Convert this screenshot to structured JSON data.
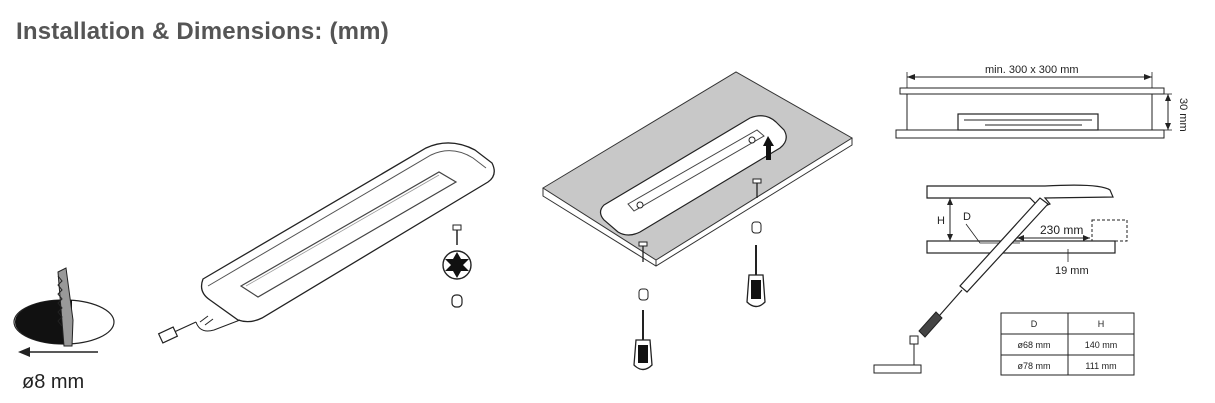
{
  "title": "Installation & Dimensions: (mm)",
  "labels": {
    "hole_diameter": "ø8 mm",
    "min_area": "min.  300 x 300 mm",
    "thickness": "30 mm",
    "height_label": "H",
    "diameter_label": "D",
    "distance": "230 mm",
    "depth": "19 mm"
  },
  "table": {
    "headers": [
      "D",
      "H"
    ],
    "rows": [
      [
        "ø68 mm",
        "140 mm"
      ],
      [
        "ø78 mm",
        "111 mm"
      ]
    ]
  }
}
